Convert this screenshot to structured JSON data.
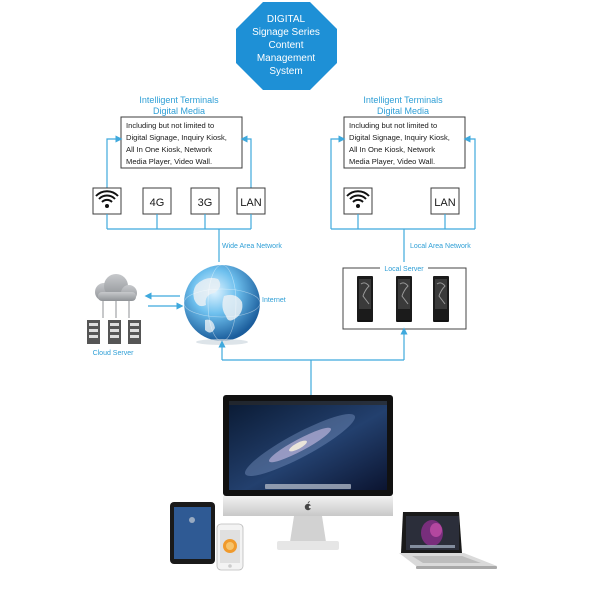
{
  "title": {
    "lines": [
      "DIGITAL",
      "Signage Series",
      "Content",
      "Management",
      "System"
    ],
    "color": "#1e90d6"
  },
  "left_panel": {
    "heading1": "Intelligent Terminals",
    "heading2": "Digital Media",
    "body_lines": [
      "Including but not limited to",
      "Digital Signage, Inquiry Kiosk,",
      "All In One Kiosk, Network",
      "Media Player, Video Wall."
    ],
    "connectors": [
      {
        "icon": "wifi-icon",
        "label": ""
      },
      {
        "icon": "",
        "label": "4G"
      },
      {
        "icon": "",
        "label": "3G"
      },
      {
        "icon": "",
        "label": "LAN"
      }
    ],
    "network_label": "Wide Area Network"
  },
  "right_panel": {
    "heading1": "Intelligent Terminals",
    "heading2": "Digital Media",
    "body_lines": [
      "Including but not limited to",
      "Digital Signage, Inquiry Kiosk,",
      "All In One Kiosk, Network",
      "Media Player, Video Wall."
    ],
    "connectors": [
      {
        "icon": "wifi-icon",
        "label": ""
      },
      {
        "icon": "",
        "label": "LAN"
      }
    ],
    "network_label": "Local Area Network"
  },
  "labels": {
    "local_server": "Local Server",
    "internet": "Internet",
    "cloud_server": "Cloud Server"
  },
  "colors": {
    "accent": "#2f9fd6",
    "line": "#3fa9dd",
    "text": "#1a1a1a"
  }
}
